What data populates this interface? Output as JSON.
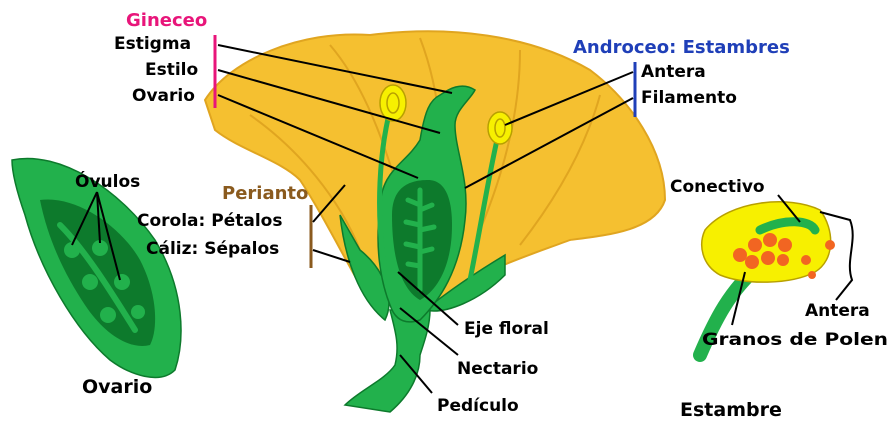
{
  "colors": {
    "gineceo": "#e8157a",
    "androceo": "#1f3fb8",
    "perianto": "#8a5a1e",
    "petal": "#f5c030",
    "petal_dark": "#e0a520",
    "green": "#22b14c",
    "green_dark": "#0d7a2c",
    "yellow": "#f7f000",
    "pollen": "#f26522"
  },
  "groups": {
    "gineceo": "Gineceo",
    "androceo": "Androceo: Estambres",
    "perianto": "Perianto"
  },
  "labels": {
    "estigma": "Estigma",
    "estilo": "Estilo",
    "ovario": "Ovario",
    "antera": "Antera",
    "filamento": "Filamento",
    "corola": "Corola: Pétalos",
    "caliz": "Cáliz: Sépalos",
    "ovulos": "Óvulos",
    "eje_floral": "Eje floral",
    "nectario": "Nectario",
    "pediculo": "Pedículo",
    "conectivo": "Conectivo",
    "antera_detail": "Antera",
    "granos": "Granos de Polen"
  },
  "captions": {
    "ovario": "Ovario",
    "estambre": "Estambre"
  }
}
